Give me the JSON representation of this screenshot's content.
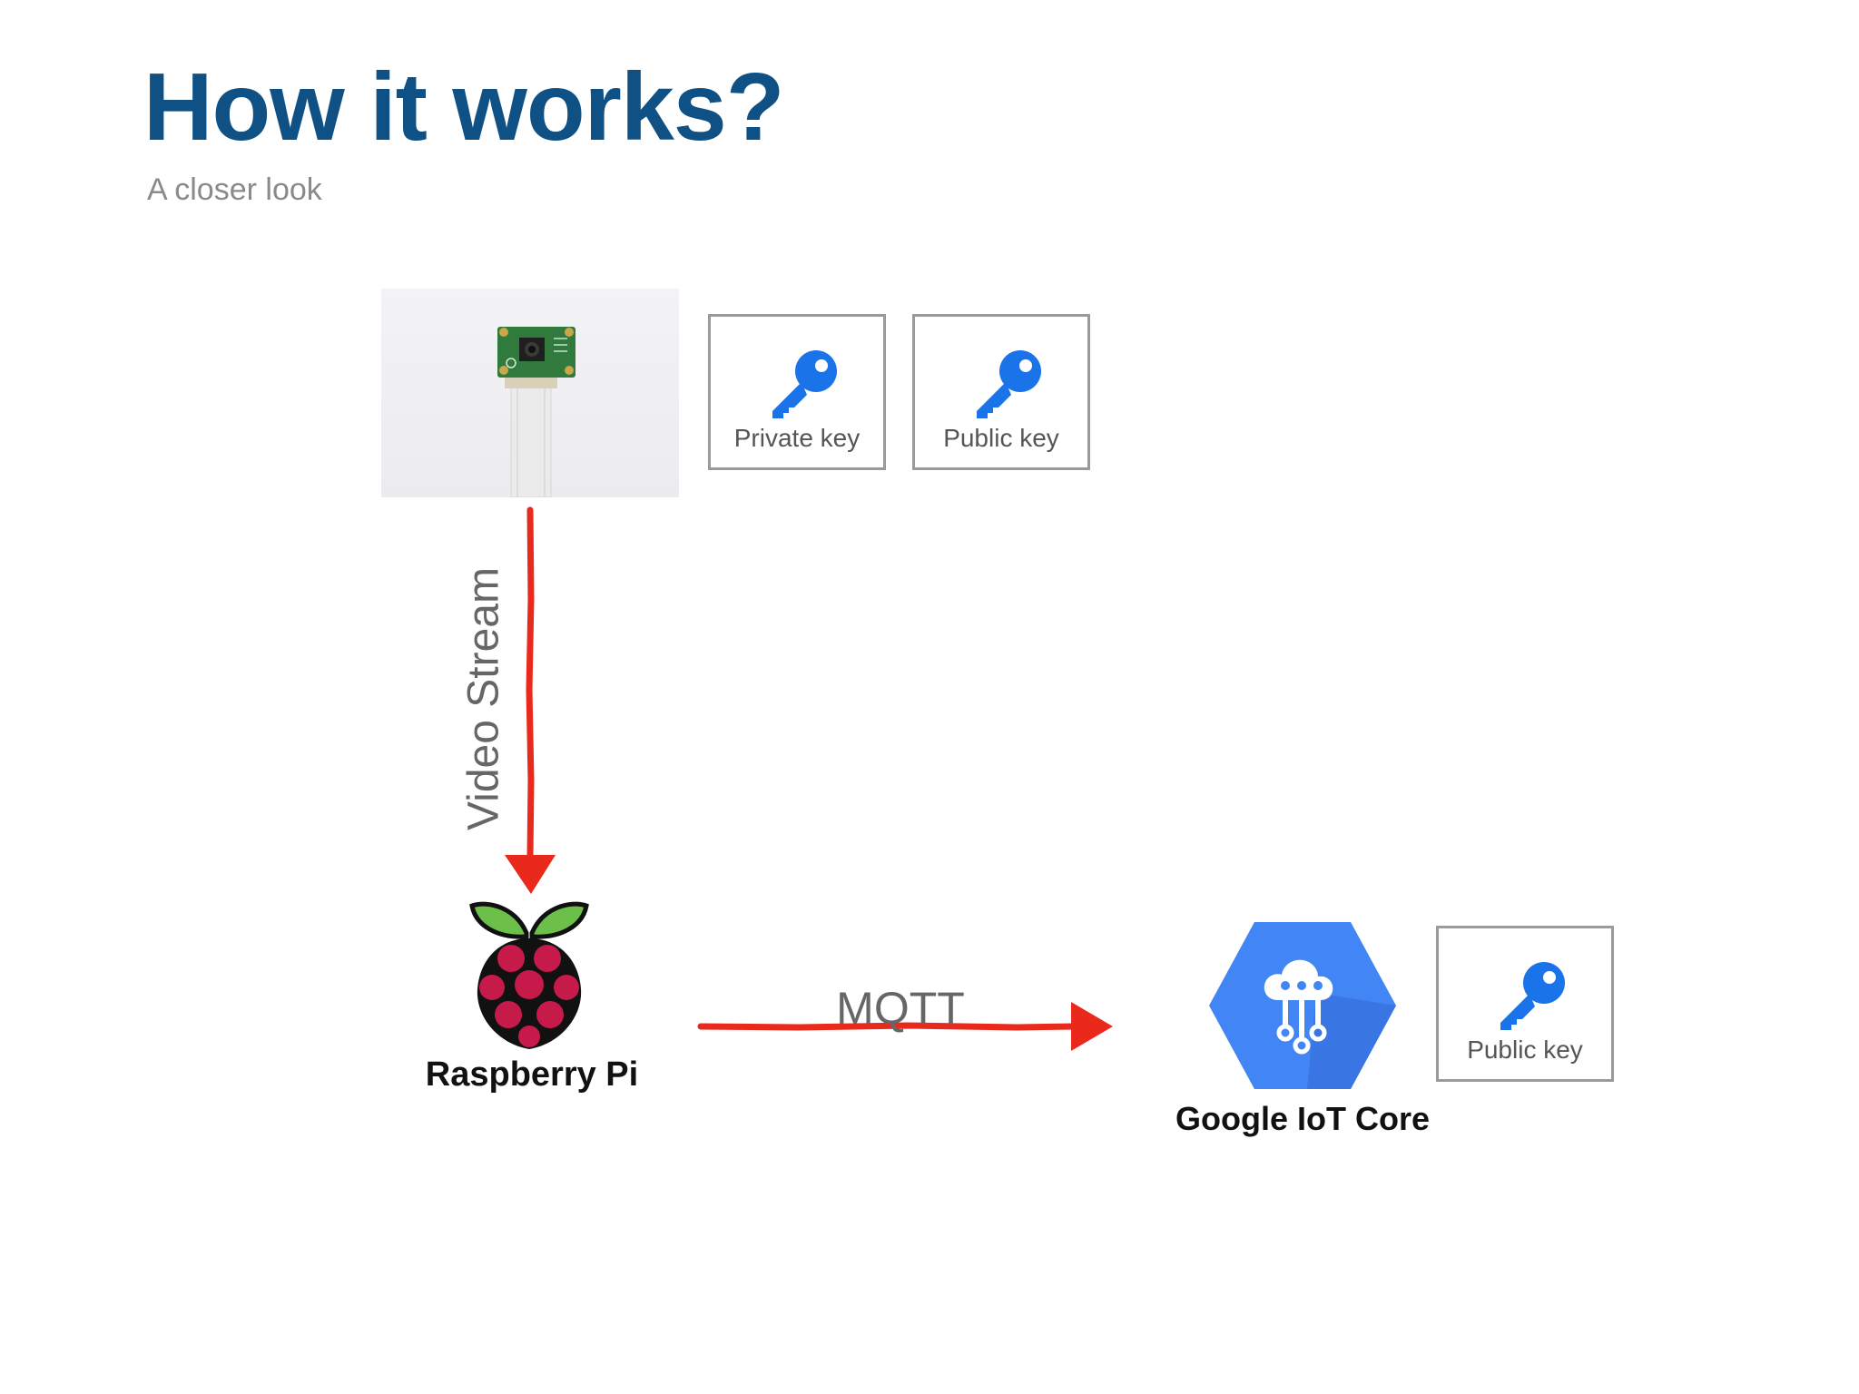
{
  "slide": {
    "title": "How it works?",
    "subtitle": "A closer look"
  },
  "cards": {
    "private_key": {
      "label": "Private key",
      "icon": "key-icon"
    },
    "public_key_top": {
      "label": "Public key",
      "icon": "key-icon"
    },
    "public_key_bottom": {
      "label": "Public key",
      "icon": "key-icon"
    }
  },
  "nodes": {
    "camera": {
      "icon": "camera-module-photo"
    },
    "raspberry_pi": {
      "label": "Raspberry Pi",
      "icon": "raspberry-pi-logo"
    },
    "iot_core": {
      "label": "Google IoT Core",
      "icon": "iot-core-hexagon-icon"
    }
  },
  "edges": {
    "video": {
      "label": "Video Stream",
      "from": "camera",
      "to": "raspberry_pi"
    },
    "mqtt": {
      "label": "MQTT",
      "from": "raspberry_pi",
      "to": "iot_core"
    }
  },
  "colors": {
    "title": "#0f5185",
    "arrow": "#e8291c",
    "key": "#1a73e8",
    "iot_hexagon": "#4285f4",
    "rpi_berry": "#c51a4a",
    "rpi_leaf": "#6cc04a"
  }
}
